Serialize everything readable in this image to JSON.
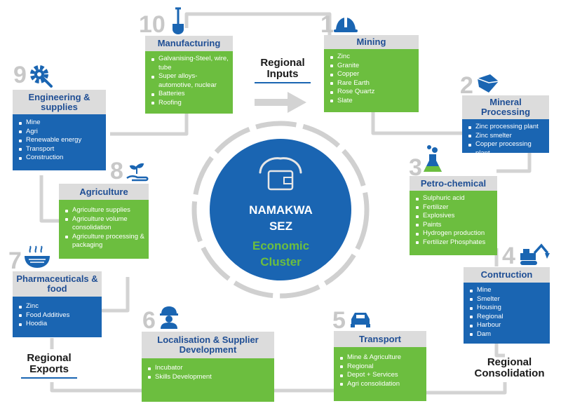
{
  "hub": {
    "line1": "NAMAKWA",
    "line2": "SEZ",
    "line3": "Economic",
    "line4": "Cluster",
    "colors": {
      "circle": "#1a65b2",
      "accent": "#6cbe3f",
      "ring": "#d0d0d0"
    }
  },
  "flow_labels": {
    "inputs_1": "Regional",
    "inputs_2": "Inputs",
    "exports_1": "Regional",
    "exports_2": "Exports",
    "consolidation_1": "Regional",
    "consolidation_2": "Consolidation"
  },
  "nodes": [
    {
      "number": "1",
      "title": "Mining",
      "icon": "hard-hat-icon",
      "items": [
        "Zinc",
        "Granite",
        "Copper",
        "Rare Earth",
        "Rose Quartz",
        "Slate"
      ]
    },
    {
      "number": "2",
      "title": "Mineral Processing",
      "icon": "gem-icon",
      "items": [
        "Zinc processing plant",
        "Zinc smelter",
        "Copper processing plant"
      ]
    },
    {
      "number": "3",
      "title": "Petro-chemical",
      "icon": "flask-icon",
      "items": [
        "Sulphuric acid",
        "Fertilizer",
        "Explosives",
        "Paints",
        "Hydrogen production",
        "Fertilizer Phosphates"
      ]
    },
    {
      "number": "4",
      "title": "Contruction",
      "icon": "excavator-icon",
      "items": [
        "Mine",
        "Smelter",
        "Housing",
        "Regional",
        "Harbour",
        "Dam"
      ]
    },
    {
      "number": "5",
      "title": "Transport",
      "icon": "car-icon",
      "items": [
        "Mine & Agriculture",
        "Regional",
        "Depot + Services",
        "Agri consolidation"
      ]
    },
    {
      "number": "6",
      "title": "Localisation & Supplier Development",
      "icon": "worker-icon",
      "items": [
        "Incubator",
        "Skills Development"
      ]
    },
    {
      "number": "7",
      "title": "Pharmaceuticals & food",
      "icon": "food-bowl-icon",
      "items": [
        "Zinc",
        "Food Additives",
        "Hoodia"
      ]
    },
    {
      "number": "8",
      "title": "Agriculture",
      "icon": "seedling-hand-icon",
      "items": [
        "Agriculture supplies",
        "Agriculture volume consolidation",
        "Agriculture processing & packaging"
      ]
    },
    {
      "number": "9",
      "title": "Engineering & supplies",
      "icon": "gear-wrench-icon",
      "items": [
        "Mine",
        "Agri",
        "Renewable energy",
        "Transport",
        "Construction"
      ]
    },
    {
      "number": "10",
      "title": "Manufacturing",
      "icon": "shovel-icon",
      "items": [
        "Galvanising-Steel, wire, tube",
        "Super alloys-automotive, nuclear",
        "Batteries",
        "Roofing"
      ]
    }
  ]
}
